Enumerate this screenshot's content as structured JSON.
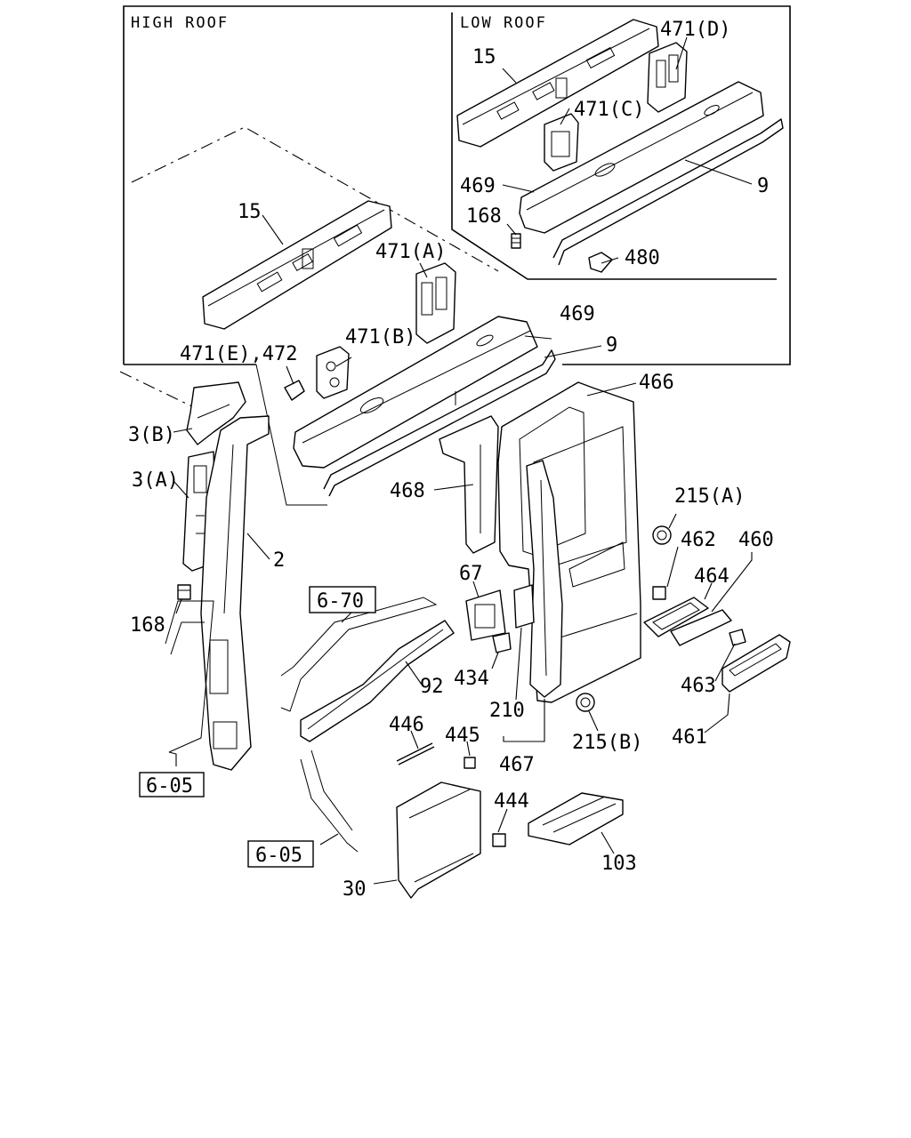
{
  "panels": {
    "high_roof_title": "HIGH ROOF",
    "low_roof_title": "LOW ROOF"
  },
  "callouts": {
    "c15_low": "15",
    "c471d": "471(D)",
    "c471c": "471(C)",
    "c469_low": "469",
    "c9_low": "9",
    "c168_low": "168",
    "c480": "480",
    "c15_high": "15",
    "c471a": "471(A)",
    "c469_high": "469",
    "c471e_472": "471(E),472",
    "c471b": "471(B)",
    "c9_high": "9",
    "c466": "466",
    "c3b": "3(B)",
    "c3a": "3(A)",
    "c468": "468",
    "c215a": "215(A)",
    "c462": "462",
    "c460": "460",
    "c2": "2",
    "c464": "464",
    "c67": "67",
    "c168_left": "168",
    "c463": "463",
    "c434": "434",
    "c92": "92",
    "c210": "210",
    "c461": "461",
    "c446": "446",
    "c445": "445",
    "c215b": "215(B)",
    "c467": "467",
    "c444": "444",
    "c103": "103",
    "c30": "30"
  },
  "references": {
    "ref_6_70": "6-70",
    "ref_6_05_left": "6-05",
    "ref_6_05_bottom": "6-05"
  }
}
